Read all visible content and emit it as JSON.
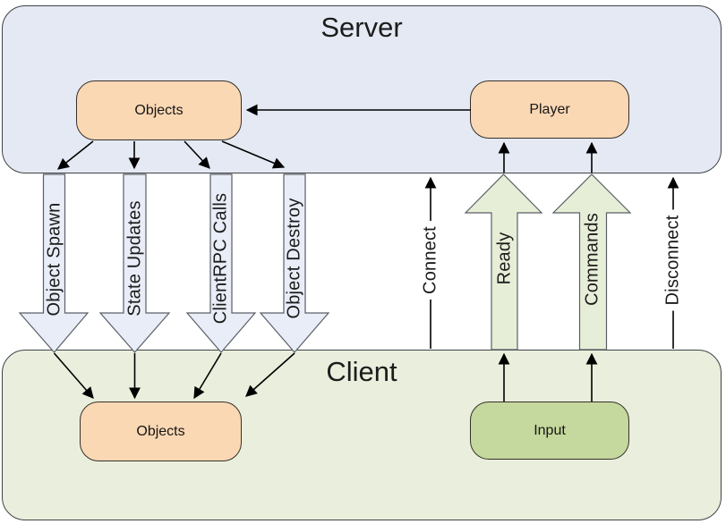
{
  "server": {
    "title": "Server",
    "objects_label": "Objects",
    "player_label": "Player"
  },
  "client": {
    "title": "Client",
    "objects_label": "Objects",
    "input_label": "Input"
  },
  "down_arrows": [
    {
      "label": "Object Spawn"
    },
    {
      "label": "State Updates"
    },
    {
      "label": "ClientRPC Calls"
    },
    {
      "label": "Object Destroy"
    }
  ],
  "up_arrows": [
    {
      "label": "Ready"
    },
    {
      "label": "Commands"
    }
  ],
  "thin_arrows": [
    {
      "label": "Connect"
    },
    {
      "label": "Disconnect"
    }
  ],
  "colors": {
    "server_fill": "#e4e9f3",
    "client_fill": "#e9efdc",
    "node_fill": "#fbd8b4",
    "input_fill": "#c5d89d",
    "down_arrow_fill": "#e9edf7",
    "up_arrow_fill": "#e7eed7",
    "outline": "#3f4346",
    "line": "#000000"
  }
}
